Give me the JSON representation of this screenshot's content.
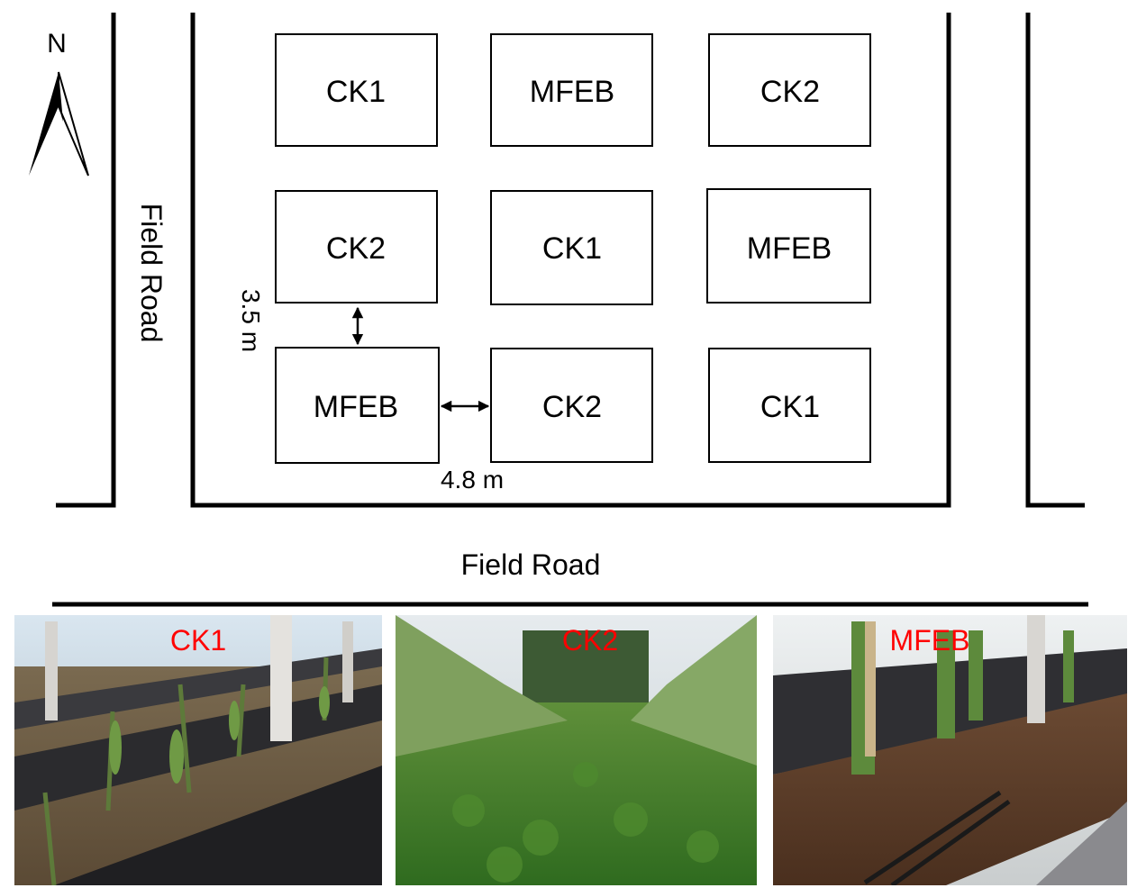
{
  "north_label": "N",
  "left_road_label": "Field Road",
  "bottom_road_label": "Field Road",
  "dimensions": {
    "vertical_gap": "3.5 m",
    "horizontal_gap": "4.8 m"
  },
  "plots": [
    [
      "CK1",
      "MFEB",
      "CK2"
    ],
    [
      "CK2",
      "CK1",
      "MFEB"
    ],
    [
      "MFEB",
      "CK2",
      "CK1"
    ]
  ],
  "photos": [
    {
      "label": "CK1",
      "scene": "dragon fruit rows with black mulch film and sparse weeds"
    },
    {
      "label": "CK2",
      "scene": "dragon fruit rows with green ground cover between rows"
    },
    {
      "label": "MFEB",
      "scene": "dragon fruit rows with brown organic mulch and drip line"
    }
  ],
  "colors": {
    "photo_label": "#ff0000",
    "line": "#000000"
  }
}
